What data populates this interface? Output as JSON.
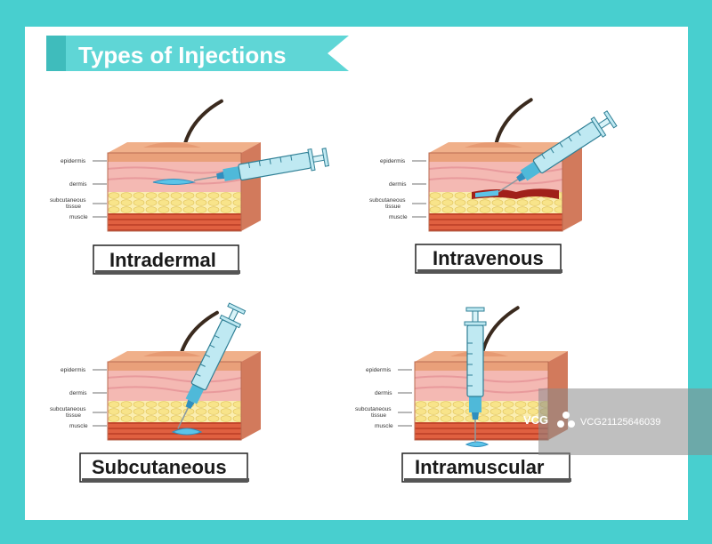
{
  "title": "Types of Injections",
  "layer_labels": {
    "epidermis": "epidermis",
    "dermis": "dermis",
    "subcutaneous_line1": "subcutaneous",
    "subcutaneous_line2": "tissue",
    "muscle": "muscle"
  },
  "panels": [
    {
      "id": "intradermal",
      "label": "Intradermal"
    },
    {
      "id": "intravenous",
      "label": "Intravenous"
    },
    {
      "id": "subcutaneous",
      "label": "Subcutaneous"
    },
    {
      "id": "intramuscular",
      "label": "Intramuscular"
    }
  ],
  "watermark": {
    "brand": "VCG",
    "code": "VCG21125646039"
  },
  "colors": {
    "frame": "#48cfcf",
    "title_banner": "#5fd6d6",
    "title_text": "#ffffff",
    "skin_top": "#e9a07a",
    "dermis": "#f4b9b3",
    "fat": "#f8e48a",
    "muscle": "#d8563a",
    "vein": "#a0201a",
    "fluid": "#5cc4e8",
    "syringe": "#bfe9f2"
  }
}
